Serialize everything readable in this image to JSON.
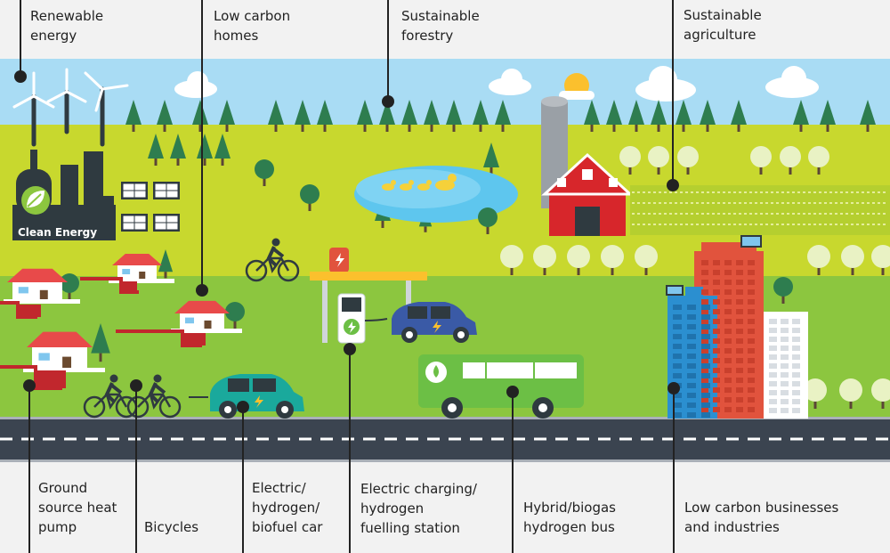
{
  "labels": {
    "renewable_energy": [
      "Renewable",
      "energy"
    ],
    "low_carbon_homes": [
      "Low carbon",
      "homes"
    ],
    "sustainable_forestry": [
      "Sustainable",
      "forestry"
    ],
    "sustainable_agriculture": [
      "Sustainable",
      "agriculture"
    ],
    "ground_source_heat_pump": [
      "Ground",
      "source heat",
      "pump"
    ],
    "bicycles": [
      "Bicycles"
    ],
    "electric_car": [
      "Electric/",
      "hydrogen/",
      "biofuel car"
    ],
    "charging_station": [
      "Electric charging/",
      "hydrogen",
      "fuelling station"
    ],
    "hybrid_bus": [
      "Hybrid/biogas",
      "hydrogen bus"
    ],
    "low_carbon_businesses": [
      "Low carbon businesses",
      "and industries"
    ]
  },
  "plant_sign": "Clean Energy",
  "colors": {
    "background": "#f2f2f2",
    "sky": "#a9dcf4",
    "grass_light": "#c8d82e",
    "grass_dark": "#8cc63f",
    "road": "#3b4450",
    "barn": "#d7262b",
    "bus": "#6cbf45",
    "car_teal": "#1aa99c",
    "car_blue": "#3a5aa6",
    "tower_blue": "#2b8fd0",
    "tower_red": "#e1533d",
    "pond": "#5ec6ee",
    "callout_line": "#222222"
  }
}
